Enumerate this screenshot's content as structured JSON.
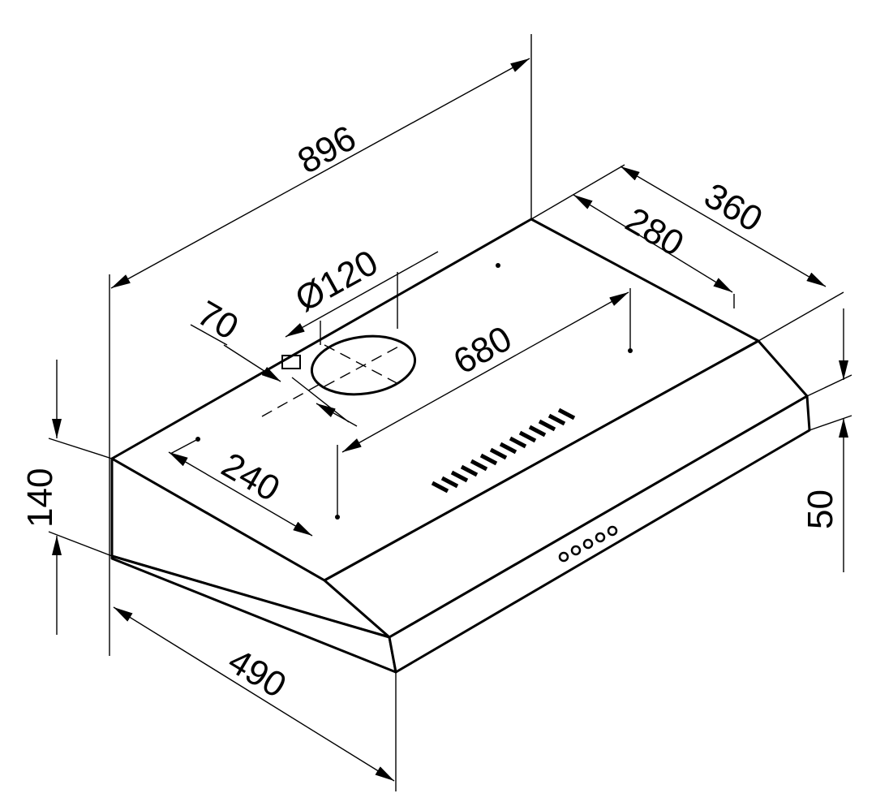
{
  "dimensions": {
    "total_width": "896",
    "depth": "360",
    "mount_depth": "280",
    "duct_diameter": "Ø120",
    "duct_offset": "70",
    "hole_spacing": "680",
    "hole_offset": "240",
    "total_height": "140",
    "front_height": "50",
    "front_depth": "490"
  }
}
